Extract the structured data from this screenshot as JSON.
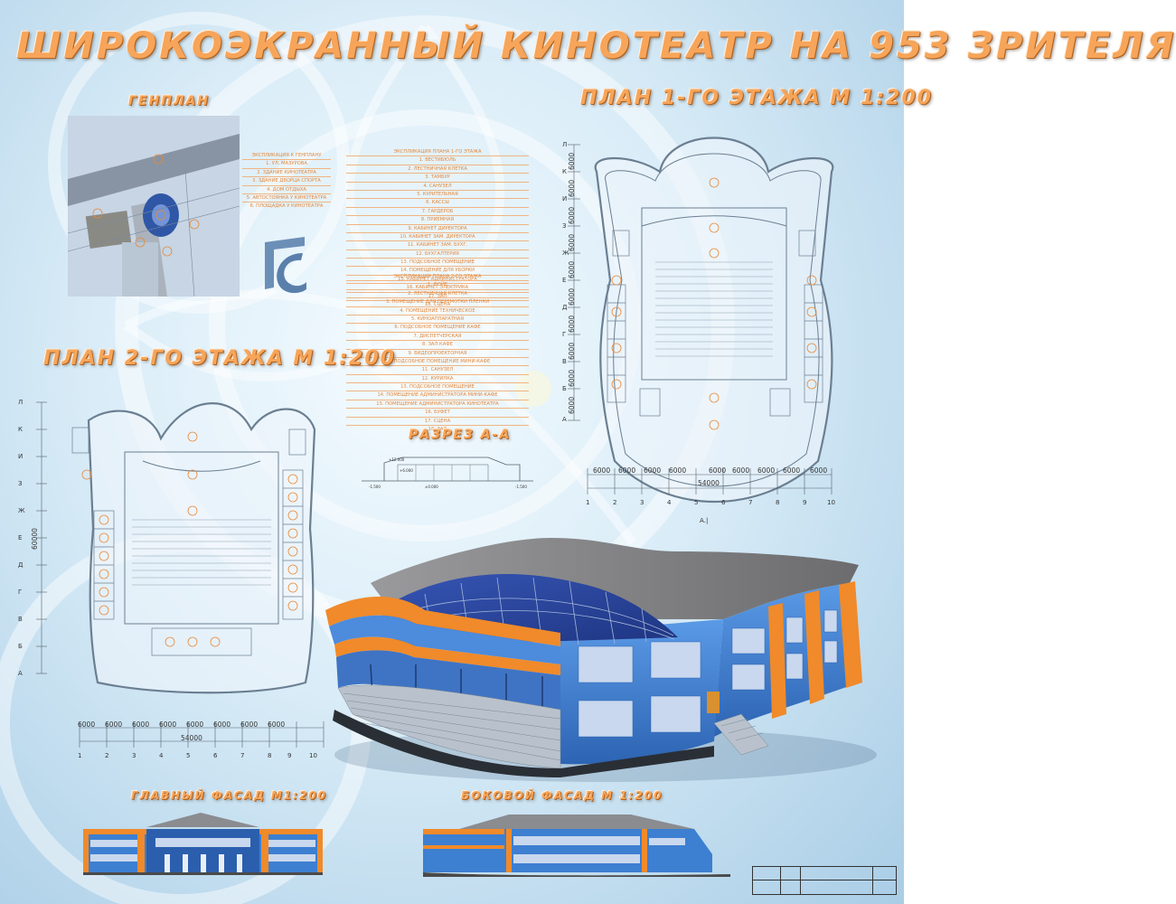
{
  "titles": {
    "main": "ШИРОКОЭКРАННЫЙ КИНОТЕАТР НА 953 ЗРИТЕЛЯ",
    "genplan": "ГЕНПЛАН",
    "plan1": "ПЛАН 1-ГО ЭТАЖА М 1:200",
    "plan2": "ПЛАН 2-ГО ЭТАЖА М 1:200",
    "section": "РАЗРЕЗ А-А",
    "front_facade": "ГЛАВНЫЙ ФАСАД М1:200",
    "side_facade": "БОКОВОЙ ФАСАД М 1:200"
  },
  "logo": {
    "text": "ГС"
  },
  "explication_genplan": {
    "header": "ЭКСПЛИКАЦИЯ К ГЕНПЛАНУ",
    "rows": [
      "1. УЛ. МАЗУРОВА",
      "2. ЗДАНИЕ КИНОТЕАТРА",
      "3. ЗДАНИЕ ДВОРЦА СПОРТА",
      "4. ДОМ ОТДЫХА",
      "5. АВТОСТОЯНКА У КИНОТЕАТРА",
      "6. ПЛОЩАДКА У КИНОТЕАТРА"
    ]
  },
  "explication_floor1": {
    "header": "ЭКСПЛИКАЦИЯ ПЛАНА 1-ГО ЭТАЖА",
    "rows": [
      "1. ВЕСТИБЮЛЬ",
      "2. ЛЕСТНИЧНАЯ КЛЕТКА",
      "3. ТАМБУР",
      "4. САНУЗЕЛ",
      "5. КУРИТЕЛЬНАЯ",
      "6. КАССЫ",
      "7. ГАРДЕРОБ",
      "8. ПРИЕМНАЯ",
      "9. КАБИНЕТ ДИРЕКТОРА",
      "10. КАБИНЕТ ЗАМ. ДИРЕКТОРА",
      "11. КАБИНЕТ ЗАМ. БУХГ.",
      "12. БУХГАЛТЕРИЯ",
      "13. ПОДСОБНОЕ ПОМЕЩЕНИЕ",
      "14. ПОМЕЩЕНИЕ ДЛЯ УБОРКИ",
      "15. КАБИНЕТ АДМИНИСТРАТОРА",
      "16. КАБИНЕТ ЭЛЕКТРИКА",
      "17. ЗАЛ",
      "18. СЦЕНА"
    ]
  },
  "explication_floor2": {
    "header": "ЭКСПЛИКАЦИЯ ПЛАНА 2-ГО ЭТАЖА",
    "rows": [
      "1. ФОЙЕ",
      "2. ЛЕСТНИЧНАЯ КЛЕТКА",
      "3. ПОМЕЩЕНИЕ ДЛЯ ПЕРЕМОТКИ ПЛЕНКИ",
      "4. ПОМЕЩЕНИЕ ТЕХНИЧЕСКОЕ",
      "5. КИНОАППАРАТНАЯ",
      "6. ПОДСОБНОЕ ПОМЕЩЕНИЕ КАФЕ",
      "7. ДИСПЕТЧЕРСКАЯ",
      "8. ЗАЛ КАФЕ",
      "9. ВИДЕОПРОЕКТОРНАЯ",
      "10. ПОДСОБНОЕ ПОМЕЩЕНИЕ МИНИ-КАФЕ",
      "11. САНУЗЕЛ",
      "12. КУРИЛКА",
      "13. ПОДСОБНОЕ ПОМЕЩЕНИЕ",
      "14. ПОМЕЩЕНИЕ АДМИНИСТРАТОРА МИНИ-КАФЕ",
      "15. ПОМЕЩЕНИЕ АДМИНИСТРАТОРА КИНОТЕАТРА",
      "16. БУФЕТ",
      "17. СЦЕНА",
      "18. ЗАЛ"
    ]
  },
  "grid": {
    "rows": [
      "Л",
      "К",
      "И",
      "З",
      "Ж",
      "Е",
      "Д",
      "Г",
      "В",
      "Б",
      "А"
    ],
    "cols": [
      "1",
      "2",
      "3",
      "4",
      "5",
      "6",
      "7",
      "8",
      "9",
      "10"
    ],
    "span": "6000",
    "total_width": "54000",
    "total_height": "60000"
  },
  "section_marks": {
    "top": "+12.000",
    "mid": "+6.000",
    "left": "-1.500",
    "right": "-1.500",
    "low": "±0.000"
  },
  "plan1_cut_mark": "А.|",
  "colors": {
    "title": "#f6a55a",
    "facade_blue": "#3d7fd1",
    "facade_orange": "#f08a2a",
    "roof": "#7e7e80",
    "line": "#6b7f92"
  }
}
